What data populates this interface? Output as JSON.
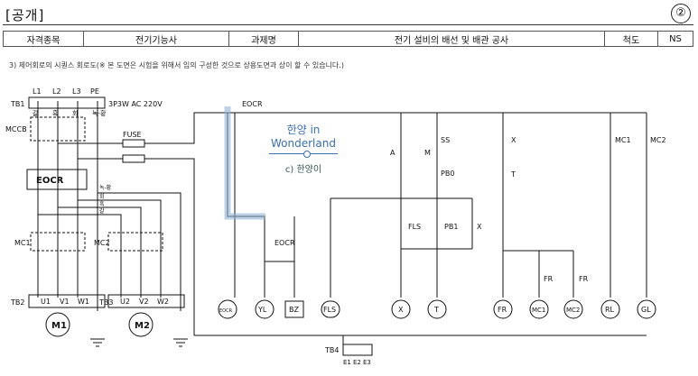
{
  "header": {
    "title": "[공개]",
    "page_no": "②"
  },
  "info_row": {
    "c1": "자격종목",
    "c2": "전기기능사",
    "c3": "과제명",
    "c4": "전기 설비의 배선 및 배관 공사",
    "c5": "척도",
    "c6": "NS"
  },
  "note": "3) 제어회로의 시퀀스 회로도(※ 본 도면은 시험을 위해서 임의 구성한 것으로 상용도면과 상이 할 수 있습니다.)",
  "power": {
    "tb1": "TB1",
    "l1": "L1",
    "l2": "L2",
    "l3": "L3",
    "pe": "PE",
    "supply": "3P3W AC 220V",
    "wire_colors": [
      "갈",
      "흑",
      "회",
      "녹-황"
    ],
    "mccb": "MCCB",
    "fuse": "FUSE",
    "eocr": "EOCR",
    "mc1": "MC1",
    "mc2": "MC2",
    "tb2": "TB2",
    "tb3": "TB3",
    "m1": "M1",
    "m2": "M2",
    "u1": "U1",
    "v1": "V1",
    "w1": "W1",
    "u2": "U2",
    "v2": "V2",
    "w2": "W2",
    "side_labels": [
      "녹-황",
      "회",
      "흑",
      "갈"
    ]
  },
  "control": {
    "eocr_top": "EOCR",
    "eocr_mid": "EOCR",
    "ss": "SS",
    "pb0": "PB0",
    "a": "A",
    "m": "M",
    "fls": "FLS",
    "pb1": "PB1",
    "x": "X",
    "t": "T",
    "fr": "FR",
    "mc1": "MC1",
    "mc2": "MC2",
    "lamps": [
      "EOCR",
      "YL",
      "BZ",
      "FLS",
      "X",
      "T",
      "FR",
      "MC1",
      "MC2",
      "RL",
      "GL"
    ],
    "tb4": "TB4",
    "e1": "E1",
    "e2": "E2",
    "e3": "E3"
  },
  "watermark": {
    "line1": "한양 in",
    "line2": "Wonderland",
    "line3": "c) 한양이"
  }
}
